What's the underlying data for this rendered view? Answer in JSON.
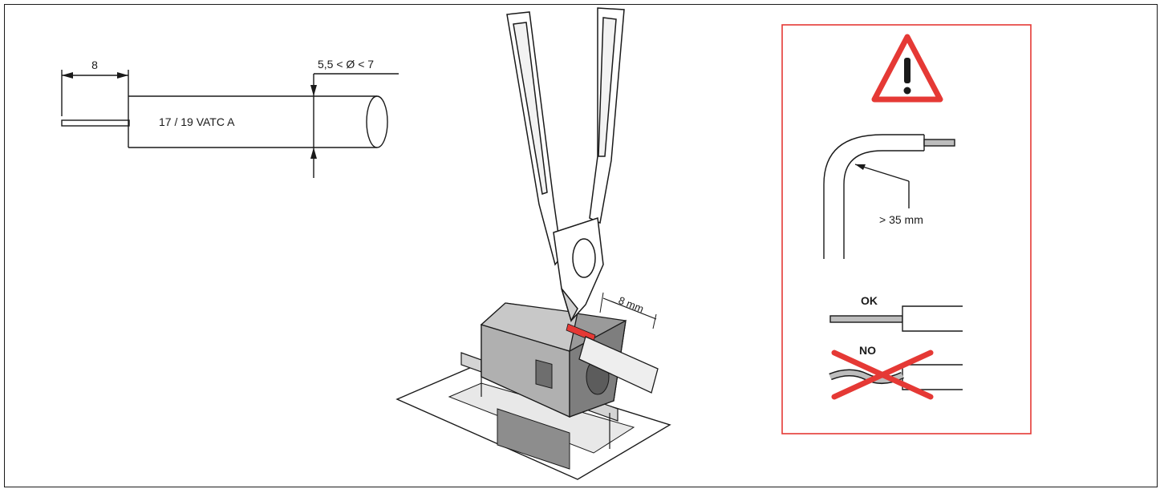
{
  "cable_spec": {
    "strip_length": "8",
    "diameter_range": "5,5 < Ø < 7",
    "cable_type": "17 / 19  VATC  A"
  },
  "installation": {
    "strip_label": "8 mm"
  },
  "warning_panel": {
    "bend_radius": "> 35 mm",
    "ok_label": "OK",
    "no_label": "NO"
  },
  "colors": {
    "line": "#1a1a1a",
    "warning_red": "#e53935",
    "panel_border": "#e53935",
    "product_grey": "#9a9a9a",
    "product_light": "#d9d9d9",
    "wire_grey": "#bdbdbd"
  }
}
